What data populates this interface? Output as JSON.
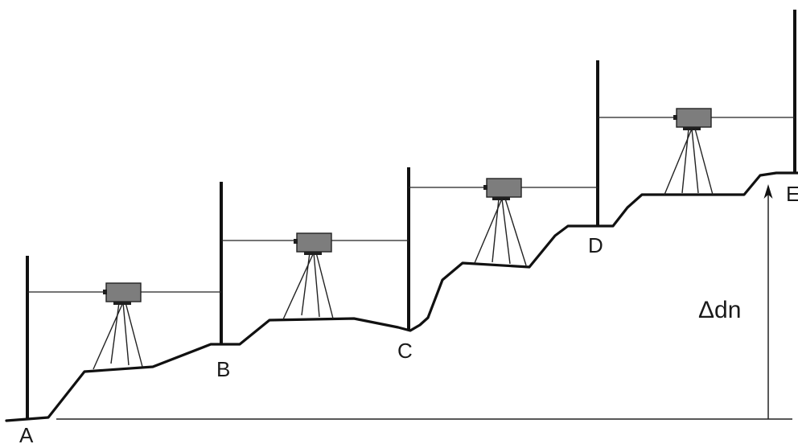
{
  "diagram": {
    "points": [
      {
        "id": "A",
        "label": "A"
      },
      {
        "id": "B",
        "label": "B"
      },
      {
        "id": "C",
        "label": "C"
      },
      {
        "id": "D",
        "label": "D"
      },
      {
        "id": "E",
        "label": "E"
      }
    ],
    "height_difference_label": "Δdn",
    "instrument_setups": 4,
    "staffs": 5
  }
}
